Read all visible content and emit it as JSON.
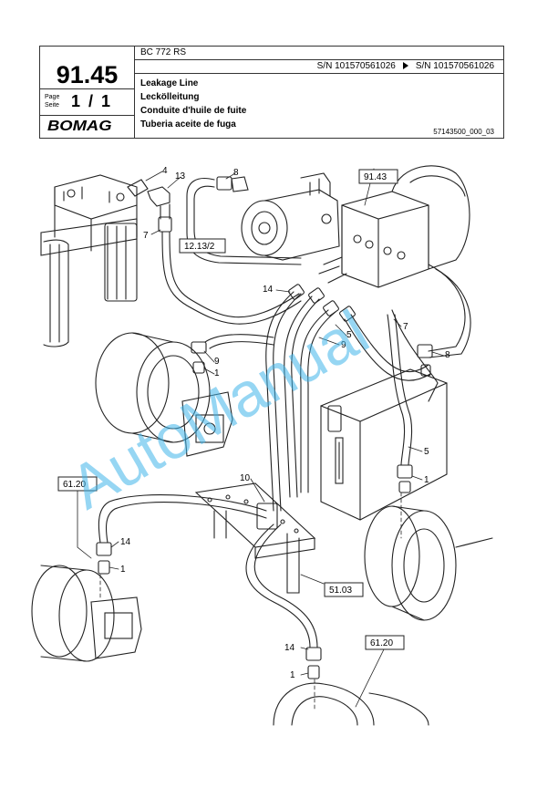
{
  "header": {
    "model": "BC 772 RS",
    "serial_from": "S/N 101570561026",
    "serial_to": "S/N 101570561026",
    "section_number": "91.45",
    "page_label_1": "Page",
    "page_label_2": "Seite",
    "page_number": "1 / 1",
    "logo_text": "BOMAG",
    "title_en": "Leakage Line",
    "title_de": "Leckölleitung",
    "title_fr": "Conduite d'huile de fuite",
    "title_es": "Tuberia aceite de fuga",
    "document_number": "57143500_000_03"
  },
  "diagram": {
    "reference_boxes": [
      "91.43",
      "12.13/2",
      "61.20",
      "51.03",
      "61.20"
    ],
    "callouts": [
      "4",
      "13",
      "8",
      "7",
      "14",
      "9",
      "1",
      "5",
      "7",
      "8",
      "9",
      "5",
      "1",
      "10",
      "14",
      "1",
      "14",
      "1"
    ],
    "watermark": "AutoManual",
    "colors": {
      "line": "#222222",
      "watermark": "#3fb4ea"
    }
  }
}
